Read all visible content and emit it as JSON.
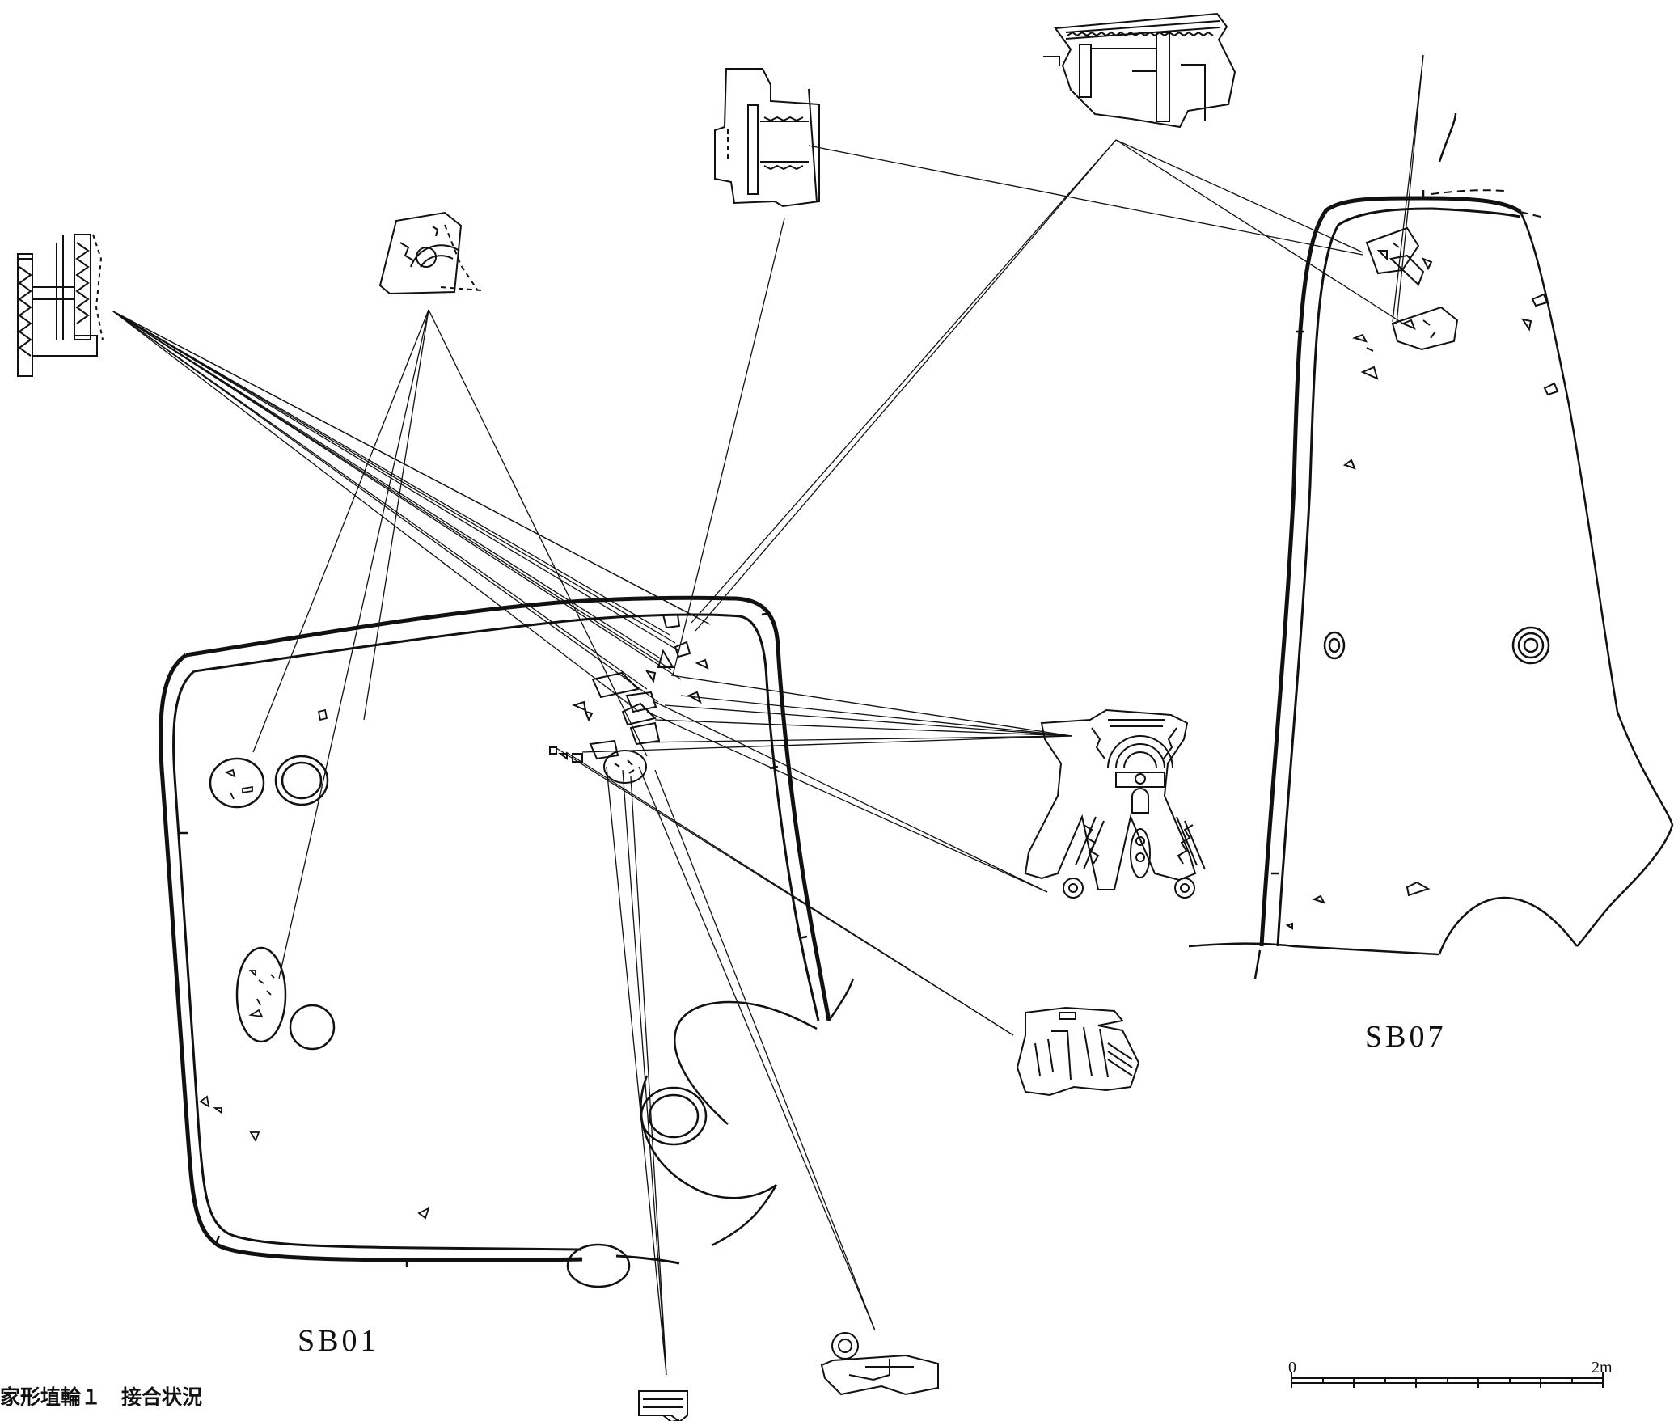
{
  "features": {
    "sb01": "SB01",
    "sb07": "SB07"
  },
  "caption": "家形埴輪１　接合状況",
  "scale_bar": {
    "start_label": "0",
    "end_label": "2m"
  },
  "colors": {
    "ink": "#111111",
    "background": "#ffffff"
  }
}
